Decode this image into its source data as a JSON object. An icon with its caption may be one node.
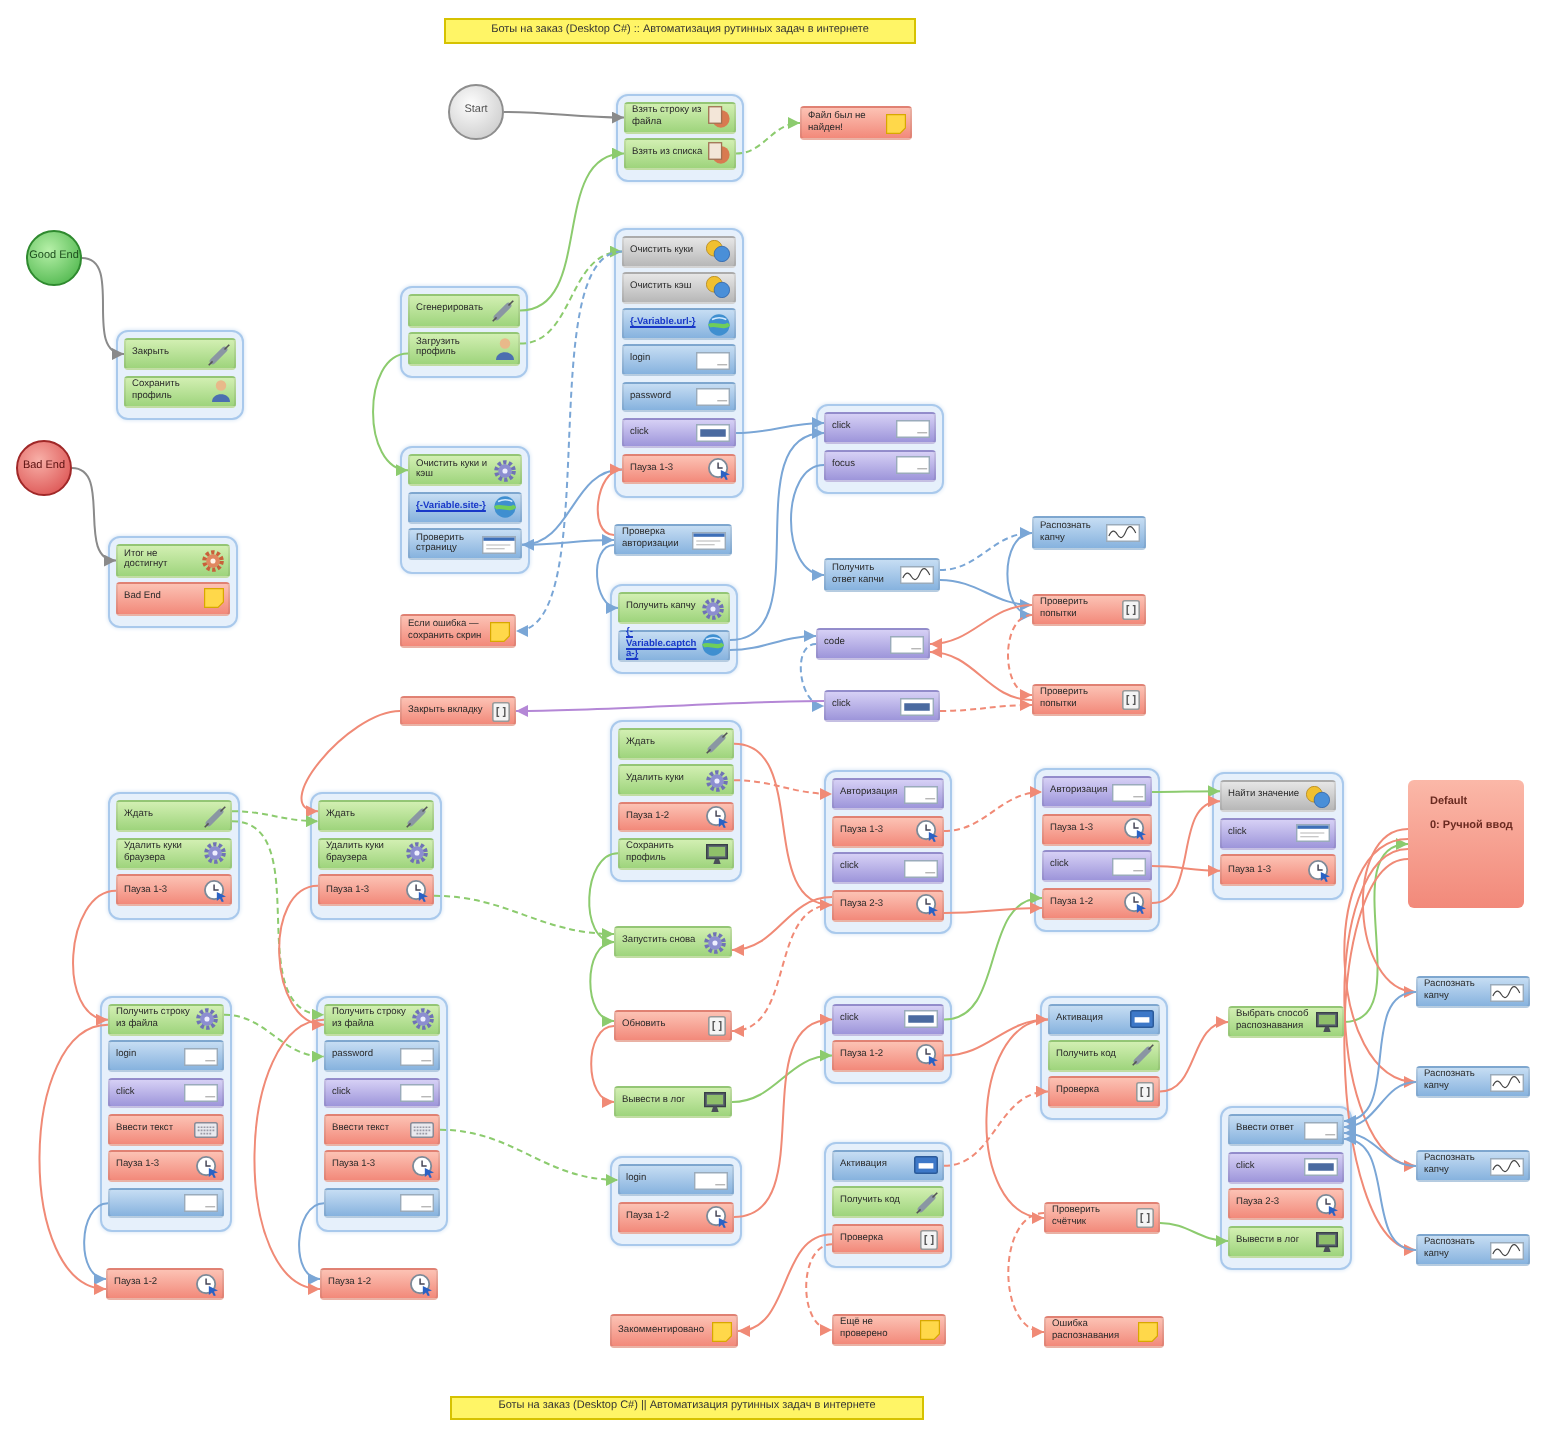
{
  "diagram": {
    "nodes": [
      {
        "text": [
          "Боты на заказ (Desktop C#) :: Автоматизация рутинных задач в интернете"
        ]
      },
      {
        "text": [
          "Start"
        ]
      },
      {
        "text": [],
        "shape": "box"
      },
      {
        "text": [
          "Взять строку из файла"
        ],
        "in": 2
      },
      {
        "text": [
          "Взять из списка"
        ],
        "in": 2
      },
      {
        "text": [
          "Файл был не найден!"
        ]
      },
      {
        "text": [
          "Good End"
        ]
      },
      {
        "text": [],
        "shape": "box"
      },
      {
        "text": [
          "Очистить куки"
        ],
        "in": 7
      },
      {
        "text": [
          "Очистить кэш"
        ],
        "in": 7
      },
      {
        "text": [
          "{-Variable.url-}"
        ],
        "in": 7
      },
      {
        "text": [
          "login"
        ],
        "in": 7
      },
      {
        "text": [
          "password"
        ],
        "in": 7
      },
      {
        "text": [
          "click"
        ],
        "in": 7
      },
      {
        "text": [
          "Пауза 1-3"
        ],
        "in": 7
      },
      {
        "text": [],
        "shape": "box"
      },
      {
        "text": [
          "Сгенерировать"
        ],
        "in": 15
      },
      {
        "text": [
          "Загрузить профиль"
        ],
        "in": 15
      },
      {
        "text": [],
        "shape": "box"
      },
      {
        "text": [
          "Закрыть"
        ],
        "in": 18
      },
      {
        "text": [
          "Сохранить профиль"
        ],
        "in": 18
      },
      {
        "text": [],
        "shape": "box"
      },
      {
        "text": [
          "click"
        ],
        "in": 21
      },
      {
        "text": [
          "focus"
        ],
        "in": 21
      },
      {
        "text": [
          "Bad End"
        ]
      },
      {
        "text": [],
        "shape": "box"
      },
      {
        "text": [
          "Очистить куки и кэш"
        ],
        "in": 25
      },
      {
        "text": [
          "{-Variable.site-}"
        ],
        "in": 25
      },
      {
        "text": [
          "Проверить страницу"
        ],
        "in": 25
      },
      {
        "text": [
          "Распознать капчу"
        ]
      },
      {
        "text": [
          "Проверка авторизации"
        ]
      },
      {
        "text": [],
        "shape": "box"
      },
      {
        "text": [
          "Итог не достигнут"
        ],
        "in": 31
      },
      {
        "text": [
          "Bad End"
        ],
        "in": 31
      },
      {
        "text": [
          "Получить ответ капчи"
        ]
      },
      {
        "text": [],
        "shape": "box"
      },
      {
        "text": [
          "Получить капчу"
        ],
        "in": 35
      },
      {
        "text": [
          "{-Variable.captcha-}"
        ],
        "in": 35
      },
      {
        "text": [
          "Проверить попытки"
        ]
      },
      {
        "text": [
          "Если ошибка — сохранить скрин"
        ]
      },
      {
        "text": [
          "code"
        ]
      },
      {
        "text": [
          "Проверить попытки"
        ]
      },
      {
        "text": [
          "click"
        ]
      },
      {
        "text": [
          "Закрыть вкладку"
        ]
      },
      {
        "text": [],
        "shape": "box"
      },
      {
        "text": [
          "Ждать"
        ],
        "in": 44
      },
      {
        "text": [
          "Удалить куки"
        ],
        "in": 44
      },
      {
        "text": [
          "Пауза 1-2"
        ],
        "in": 44
      },
      {
        "text": [
          "Сохранить профиль"
        ],
        "in": 44
      },
      {
        "text": [],
        "shape": "box"
      },
      {
        "text": [
          "Авторизация"
        ],
        "in": 49
      },
      {
        "text": [
          "Пауза 1-3"
        ],
        "in": 49
      },
      {
        "text": [
          "click"
        ],
        "in": 49
      },
      {
        "text": [
          "Пауза 1-2"
        ],
        "in": 49
      },
      {
        "text": [],
        "shape": "box"
      },
      {
        "text": [
          "Авторизация"
        ],
        "in": 54
      },
      {
        "text": [
          "Пауза 1-3"
        ],
        "in": 54
      },
      {
        "text": [
          "click"
        ],
        "in": 54
      },
      {
        "text": [
          "Пауза 2-3"
        ],
        "in": 54
      },
      {
        "text": [],
        "shape": "box"
      },
      {
        "text": [
          "Найти значение"
        ],
        "in": 59
      },
      {
        "text": [
          "click"
        ],
        "in": 59
      },
      {
        "text": [
          "Пауза 1-3"
        ],
        "in": 59
      },
      {
        "text": [
          "Default",
          "0: Ручной ввод"
        ]
      },
      {
        "text": [],
        "shape": "box"
      },
      {
        "text": [
          "Ждать"
        ],
        "in": 64
      },
      {
        "text": [
          "Удалить куки браузера"
        ],
        "in": 64
      },
      {
        "text": [
          "Пауза 1-3"
        ],
        "in": 64
      },
      {
        "text": [],
        "shape": "box"
      },
      {
        "text": [
          "Ждать"
        ],
        "in": 68
      },
      {
        "text": [
          "Удалить куки браузера"
        ],
        "in": 68
      },
      {
        "text": [
          "Пауза 1-3"
        ],
        "in": 68
      },
      {
        "text": [
          "Запустить снова"
        ]
      },
      {
        "text": [
          "Распознать капчу"
        ]
      },
      {
        "text": [],
        "shape": "box"
      },
      {
        "text": [
          "Получить строку из файла"
        ],
        "in": 74
      },
      {
        "text": [
          "login"
        ],
        "in": 74
      },
      {
        "text": [
          "click"
        ],
        "in": 74
      },
      {
        "text": [
          "Ввести текст"
        ],
        "in": 74
      },
      {
        "text": [
          "Пауза 1-3"
        ],
        "in": 74
      },
      {
        "text": [],
        "shape": "bar",
        "in": 74
      },
      {
        "text": [],
        "shape": "box"
      },
      {
        "text": [
          "Получить строку из файла"
        ],
        "in": 81
      },
      {
        "text": [
          "password"
        ],
        "in": 81
      },
      {
        "text": [
          "click"
        ],
        "in": 81
      },
      {
        "text": [
          "Ввести текст"
        ],
        "in": 81
      },
      {
        "text": [
          "Пауза 1-3"
        ],
        "in": 81
      },
      {
        "text": [],
        "shape": "bar",
        "in": 81
      },
      {
        "text": [],
        "shape": "box"
      },
      {
        "text": [
          "click"
        ],
        "in": 88
      },
      {
        "text": [
          "Пауза 1-2"
        ],
        "in": 88
      },
      {
        "text": [],
        "shape": "box"
      },
      {
        "text": [
          "Активация"
        ],
        "in": 91
      },
      {
        "text": [
          "Получить код"
        ],
        "in": 91
      },
      {
        "text": [
          "Проверка"
        ],
        "in": 91
      },
      {
        "text": [
          "Выбрать способ распознавания"
        ]
      },
      {
        "text": [
          "Обновить"
        ]
      },
      {
        "text": [
          "Распознать капчу"
        ]
      },
      {
        "text": [
          "Вывести в лог"
        ]
      },
      {
        "text": [],
        "shape": "box"
      },
      {
        "text": [
          "Ввести ответ"
        ],
        "in": 99
      },
      {
        "text": [
          "click"
        ],
        "in": 99
      },
      {
        "text": [
          "Пауза 2-3"
        ],
        "in": 99
      },
      {
        "text": [
          "Вывести в лог"
        ],
        "in": 99
      },
      {
        "text": [],
        "shape": "box"
      },
      {
        "text": [
          "Активация"
        ],
        "in": 104
      },
      {
        "text": [
          "Получить код"
        ],
        "in": 104
      },
      {
        "text": [
          "Проверка"
        ],
        "in": 104
      },
      {
        "text": [
          "Распознать капчу"
        ]
      },
      {
        "text": [],
        "shape": "box"
      },
      {
        "text": [
          "login"
        ],
        "in": 109
      },
      {
        "text": [
          "Пауза 1-2"
        ],
        "in": 109
      },
      {
        "text": [
          "Проверить счётчик"
        ]
      },
      {
        "text": [
          "Распознать капчу"
        ]
      },
      {
        "text": [
          "Пауза 1-2"
        ]
      },
      {
        "text": [
          "Пауза 1-2"
        ]
      },
      {
        "text": [
          "Закомментировано"
        ]
      },
      {
        "text": [
          "Ещё не проверено"
        ]
      },
      {
        "text": [
          "Ошибка распознавания"
        ]
      },
      {
        "text": [
          "Боты на заказ (Desktop C#) || Автоматизация рутинных задач в интернете"
        ]
      }
    ],
    "edges": [
      {
        "from": 1,
        "to": 3,
        "arrow": "to",
        "color": "#8a8a8a"
      },
      {
        "from": 6,
        "to": 19,
        "arrow": "to",
        "color": "#8a8a8a"
      },
      {
        "from": 24,
        "to": 32,
        "arrow": "to",
        "color": "#8a8a8a"
      },
      {
        "from": 4,
        "to": 5,
        "arrow": "to",
        "style": "dashed",
        "color": "#8ccb6e"
      },
      {
        "from": 16,
        "to": 4,
        "arrow": "to",
        "color": "#8ccb6e"
      },
      {
        "from": 17,
        "to": 8,
        "arrow": "to",
        "style": "dashed",
        "color": "#8ccb6e"
      },
      {
        "from": 17,
        "to": 26,
        "arrow": "to",
        "color": "#8ccb6e"
      },
      {
        "from": 8,
        "to": 39,
        "arrow": "to",
        "style": "dashed",
        "color": "#7aa6d6"
      },
      {
        "from": 28,
        "to": 30,
        "arrow": "to",
        "color": "#7aa6d6"
      },
      {
        "from": 14,
        "to": 28,
        "arrow": "to",
        "color": "#7aa6d6"
      },
      {
        "from": 30,
        "to": 14,
        "arrow": "to"
      },
      {
        "from": 30,
        "to": 36,
        "arrow": "to",
        "color": "#7aa6d6"
      },
      {
        "from": 13,
        "to": 22,
        "arrow": "to",
        "color": "#7aa6d6"
      },
      {
        "from": 37,
        "to": 22,
        "arrow": "to",
        "color": "#7aa6d6"
      },
      {
        "from": 37,
        "to": 40,
        "arrow": "to",
        "color": "#7aa6d6"
      },
      {
        "from": 23,
        "to": 34,
        "arrow": "to",
        "color": "#7aa6d6"
      },
      {
        "from": 34,
        "to": 29,
        "arrow": "to",
        "style": "dashed",
        "color": "#7aa6d6"
      },
      {
        "from": 34,
        "to": 38,
        "arrow": "to",
        "color": "#7aa6d6"
      },
      {
        "from": 29,
        "to": 38,
        "arrow": "to",
        "color": "#7aa6d6"
      },
      {
        "from": 38,
        "to": 40,
        "arrow": "to"
      },
      {
        "from": 38,
        "to": 41,
        "arrow": "to",
        "style": "dashed"
      },
      {
        "from": 41,
        "to": 40,
        "arrow": "to"
      },
      {
        "from": 40,
        "to": 42,
        "arrow": "to",
        "style": "dashed",
        "color": "#7aa6d6"
      },
      {
        "from": 42,
        "to": 43,
        "arrow": "to",
        "color": "#b487d6"
      },
      {
        "from": 42,
        "to": 41,
        "arrow": "to",
        "style": "dashed"
      },
      {
        "from": 43,
        "to": 69,
        "arrow": "to"
      },
      {
        "from": 65,
        "to": 69,
        "arrow": "to",
        "style": "dashed",
        "color": "#8ccb6e"
      },
      {
        "from": 65,
        "to": 82,
        "arrow": "to",
        "style": "dashed",
        "color": "#8ccb6e"
      },
      {
        "from": 67,
        "to": 75,
        "arrow": "to"
      },
      {
        "from": 71,
        "to": 82,
        "arrow": "to"
      },
      {
        "from": 71,
        "to": 72,
        "arrow": "to",
        "style": "dashed",
        "color": "#8ccb6e"
      },
      {
        "from": 75,
        "to": 83,
        "arrow": "to",
        "style": "dashed",
        "color": "#8ccb6e"
      },
      {
        "from": 85,
        "to": 110,
        "arrow": "to",
        "style": "dashed",
        "color": "#8ccb6e"
      },
      {
        "from": 80,
        "to": 114,
        "arrow": "to",
        "color": "#7aa6d6"
      },
      {
        "from": 75,
        "to": 114,
        "arrow": "to"
      },
      {
        "from": 87,
        "to": 115,
        "arrow": "to",
        "color": "#7aa6d6"
      },
      {
        "from": 82,
        "to": 115,
        "arrow": "to"
      },
      {
        "from": 45,
        "to": 58,
        "arrow": "to"
      },
      {
        "from": 46,
        "to": 55,
        "arrow": "to",
        "style": "dashed"
      },
      {
        "from": 48,
        "to": 72,
        "arrow": "to",
        "color": "#8ccb6e"
      },
      {
        "from": 58,
        "to": 72,
        "arrow": "to"
      },
      {
        "from": 72,
        "to": 96,
        "arrow": "to",
        "color": "#8ccb6e"
      },
      {
        "from": 96,
        "to": 98,
        "arrow": "to"
      },
      {
        "from": 58,
        "to": 96,
        "arrow": "to",
        "style": "dashed"
      },
      {
        "from": 98,
        "to": 90,
        "arrow": "to",
        "color": "#8ccb6e"
      },
      {
        "from": 111,
        "to": 89,
        "arrow": "to"
      },
      {
        "from": 89,
        "to": 53,
        "arrow": "to",
        "color": "#8ccb6e"
      },
      {
        "from": 56,
        "to": 50,
        "arrow": "to",
        "style": "dashed"
      },
      {
        "from": 58,
        "to": 53,
        "arrow": "to"
      },
      {
        "from": 50,
        "to": 60,
        "arrow": "to",
        "color": "#8ccb6e"
      },
      {
        "from": 53,
        "to": 60,
        "arrow": "to"
      },
      {
        "from": 52,
        "to": 62,
        "arrow": "to"
      },
      {
        "from": 90,
        "to": 92,
        "arrow": "to"
      },
      {
        "from": 105,
        "to": 94,
        "arrow": "to",
        "style": "dashed"
      },
      {
        "from": 92,
        "to": 112,
        "arrow": "to"
      },
      {
        "from": 112,
        "to": 118,
        "arrow": "to",
        "style": "dashed"
      },
      {
        "from": 112,
        "to": 103,
        "arrow": "to",
        "color": "#8ccb6e"
      },
      {
        "from": 94,
        "to": 95,
        "arrow": "to"
      },
      {
        "from": 95,
        "to": 63,
        "arrow": "to",
        "color": "#8ccb6e"
      },
      {
        "from": 63,
        "to": 73,
        "arrow": "to"
      },
      {
        "from": 63,
        "to": 97,
        "arrow": "to"
      },
      {
        "from": 63,
        "to": 108,
        "arrow": "to"
      },
      {
        "from": 63,
        "to": 113,
        "arrow": "to"
      },
      {
        "from": 73,
        "to": 100,
        "arrow": "to",
        "color": "#7aa6d6"
      },
      {
        "from": 97,
        "to": 100,
        "arrow": "to",
        "color": "#7aa6d6"
      },
      {
        "from": 108,
        "to": 100,
        "arrow": "to",
        "color": "#7aa6d6"
      },
      {
        "from": 113,
        "to": 100,
        "arrow": "to",
        "color": "#7aa6d6"
      },
      {
        "from": 107,
        "to": 116,
        "arrow": "to"
      },
      {
        "from": 107,
        "to": 117,
        "arrow": "to",
        "style": "dashed"
      }
    ]
  }
}
